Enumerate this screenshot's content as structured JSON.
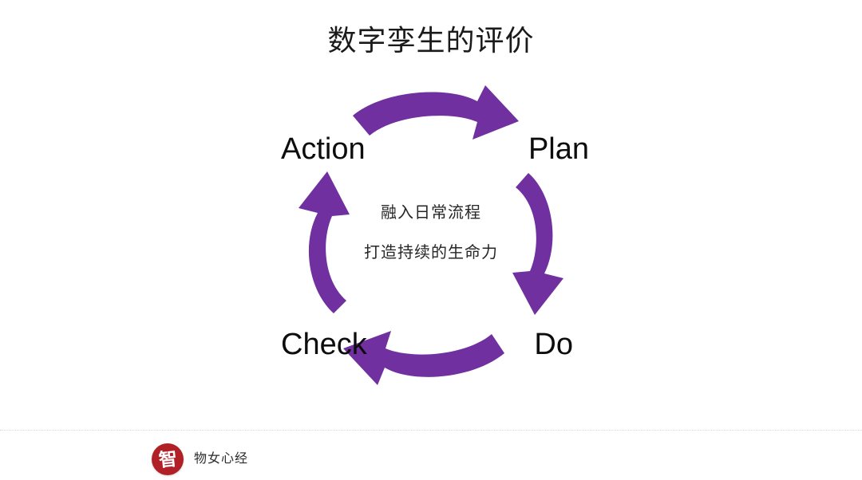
{
  "slide": {
    "title": "数字孪生的评价",
    "background_color": "#FFFFFF"
  },
  "diagram": {
    "type": "pdca-cycle",
    "accent_color": "#7030A0",
    "direction": "clockwise",
    "nodes": [
      {
        "id": "action",
        "label": "Action",
        "position": "top-left"
      },
      {
        "id": "plan",
        "label": "Plan",
        "position": "top-right"
      },
      {
        "id": "do",
        "label": "Do",
        "position": "bottom-right"
      },
      {
        "id": "check",
        "label": "Check",
        "position": "bottom-left"
      }
    ],
    "arrows": [
      {
        "id": "arrow-top",
        "from": "action",
        "to": "plan",
        "direction": "right",
        "color": "#7030A0"
      },
      {
        "id": "arrow-right",
        "from": "plan",
        "to": "do",
        "direction": "down",
        "color": "#7030A0"
      },
      {
        "id": "arrow-bottom",
        "from": "do",
        "to": "check",
        "direction": "left",
        "color": "#7030A0"
      },
      {
        "id": "arrow-left",
        "from": "check",
        "to": "action",
        "direction": "up",
        "color": "#7030A0"
      }
    ],
    "center": {
      "line1": "融入日常流程",
      "line2": "打造持续的生命力"
    }
  },
  "footer": {
    "brand": "物女心经",
    "logo_glyph": "智",
    "logo_color": "#B12026",
    "divider_color": "#D6D8DC"
  }
}
